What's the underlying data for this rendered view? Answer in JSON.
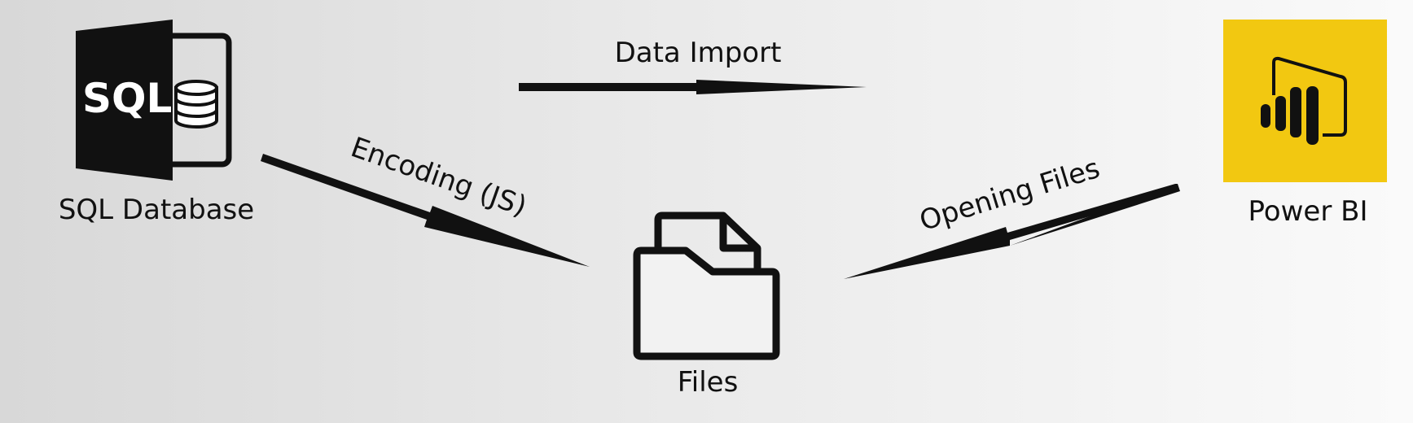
{
  "nodes": {
    "sql": {
      "label": "SQL Database",
      "icon": "sql-database-icon",
      "badge": "SQL"
    },
    "files": {
      "label": "Files",
      "icon": "folder-files-icon"
    },
    "powerbi": {
      "label": "Power BI",
      "icon": "power-bi-icon",
      "color": "#f2c811"
    }
  },
  "edges": {
    "import": {
      "label": "Data Import",
      "from": "sql",
      "to": "powerbi"
    },
    "encoding": {
      "label": "Encoding (JS)",
      "from": "sql",
      "to": "files"
    },
    "opening": {
      "label": "Opening Files",
      "from": "powerbi",
      "to": "files"
    }
  },
  "colors": {
    "ink": "#111111",
    "accent": "#f2c811"
  }
}
